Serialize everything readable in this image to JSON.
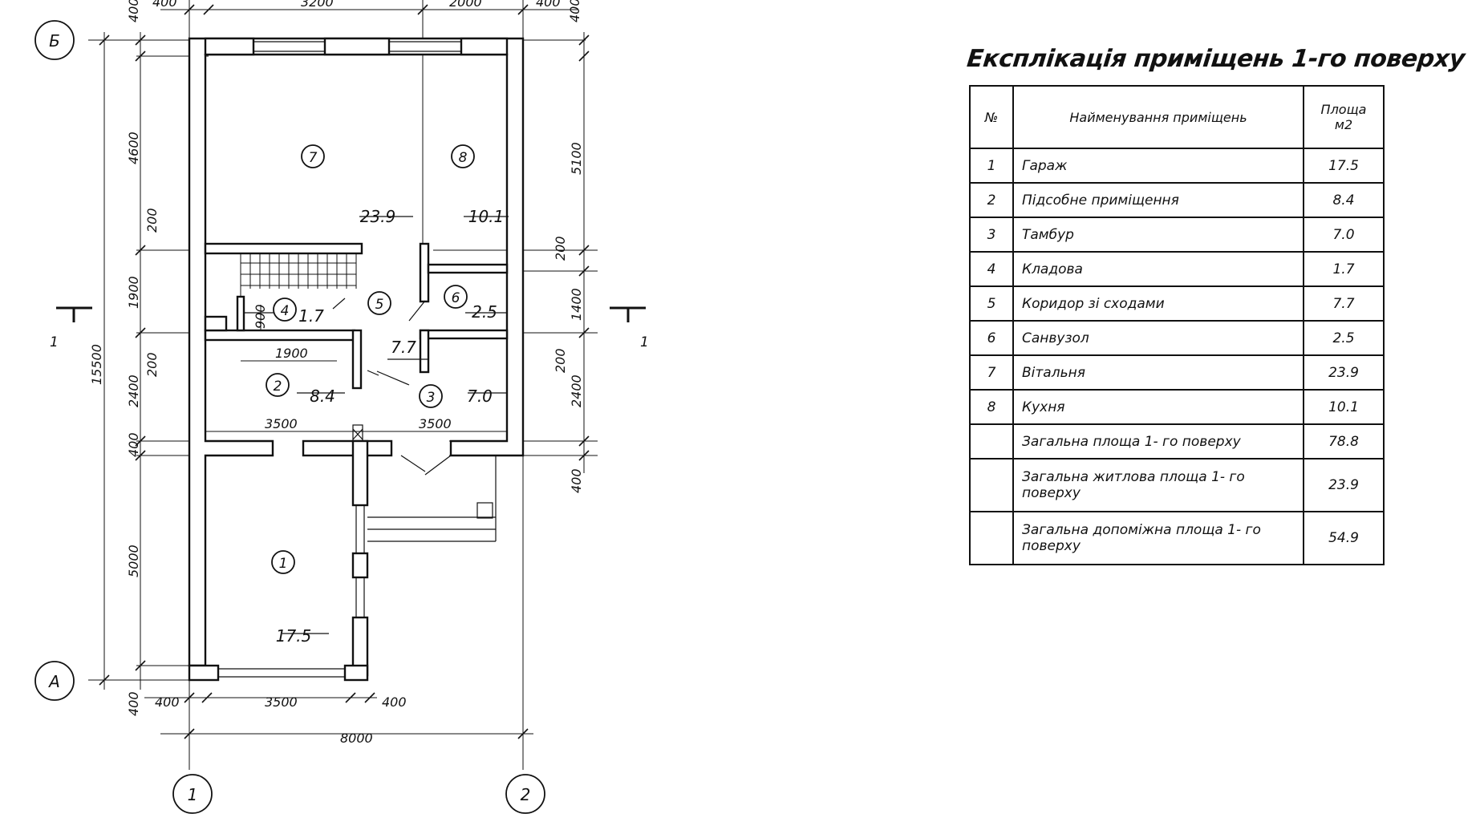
{
  "plan": {
    "axis_letters": [
      "Б",
      "А"
    ],
    "axis_numbers": [
      "1",
      "2"
    ],
    "section_label": "1",
    "rooms": [
      {
        "n": "1",
        "area": "17.5"
      },
      {
        "n": "2",
        "area": "8.4"
      },
      {
        "n": "3",
        "area": "7.0"
      },
      {
        "n": "4",
        "area": "1.7"
      },
      {
        "n": "5",
        "area": "7.7"
      },
      {
        "n": "6",
        "area": "2.5"
      },
      {
        "n": "7",
        "area": "23.9"
      },
      {
        "n": "8",
        "area": "10.1"
      }
    ],
    "dims": {
      "top": [
        "400",
        "3200",
        "2000",
        "400"
      ],
      "top_left_v": "400",
      "top_right_v": "400",
      "left_outer": "15500",
      "left": [
        "4600",
        "200",
        "1900",
        "200",
        "2400",
        "400",
        "5000",
        "400"
      ],
      "right": [
        "5100",
        "200",
        "1400",
        "200",
        "2400",
        "400"
      ],
      "inner_900": "900",
      "inner_1900": "1900",
      "inner_3500_left": "3500",
      "inner_3500_right": "3500",
      "bottom": [
        "400",
        "3500",
        "400"
      ],
      "bottom_total": "8000"
    }
  },
  "explication": {
    "title": "Експлікація приміщень 1-го поверху",
    "headers": {
      "num": "№",
      "name": "Найменування приміщень",
      "area": "Площа м2"
    },
    "rows": [
      {
        "num": "1",
        "name": "Гараж",
        "area": "17.5"
      },
      {
        "num": "2",
        "name": "Підсобне приміщення",
        "area": "8.4"
      },
      {
        "num": "3",
        "name": "Тамбур",
        "area": "7.0"
      },
      {
        "num": "4",
        "name": "Кладова",
        "area": "1.7"
      },
      {
        "num": "5",
        "name": "Коридор зі сходами",
        "area": "7.7"
      },
      {
        "num": "6",
        "name": "Санвузол",
        "area": "2.5"
      },
      {
        "num": "7",
        "name": "Вітальня",
        "area": "23.9"
      },
      {
        "num": "8",
        "name": "Кухня",
        "area": "10.1"
      }
    ],
    "totals": [
      {
        "name": "Загальна площа 1- го поверху",
        "area": "78.8"
      },
      {
        "name": "Загальна житлова площа 1- го поверху",
        "area": "23.9"
      },
      {
        "name": "Загальна допоміжна площа 1- го поверху",
        "area": "54.9"
      }
    ]
  }
}
